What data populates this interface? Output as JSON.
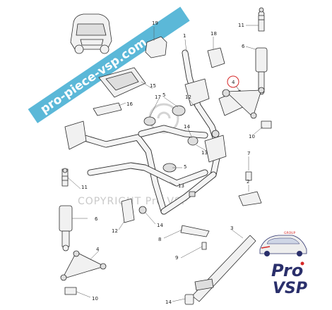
{
  "banner": {
    "text": "pro-piece-vsp.com",
    "color": "#5bb8d8"
  },
  "watermark": {
    "text": "COPYRIGHT Pro VSP"
  },
  "brand": {
    "pro": "Pro",
    "vsp": "VSP",
    "group": "GROUP",
    "text_color": "#2a2f6b",
    "accent_color": "#d62828"
  },
  "highlight": {
    "part_number": "4",
    "color": "#d62828"
  },
  "callouts": {
    "c19": "19",
    "c1": "1",
    "c18": "18",
    "c11a": "11",
    "c6a": "6",
    "c4a": "4",
    "c15": "15",
    "c17": "17",
    "c16": "16",
    "c5a": "5",
    "c12a": "12",
    "c10a": "10",
    "c14a": "14",
    "c13a": "13",
    "c5b": "5",
    "c7": "7",
    "c11b": "11",
    "c13b": "13",
    "c2": "2",
    "c6b": "6",
    "c12b": "12",
    "c14b": "14",
    "c8": "8",
    "c3": "3",
    "c9": "9",
    "c4b": "4",
    "c10b": "10",
    "c14c": "14"
  },
  "icons": [
    "car-thumbnail-icon",
    "pro-vsp-car-logo-icon"
  ]
}
